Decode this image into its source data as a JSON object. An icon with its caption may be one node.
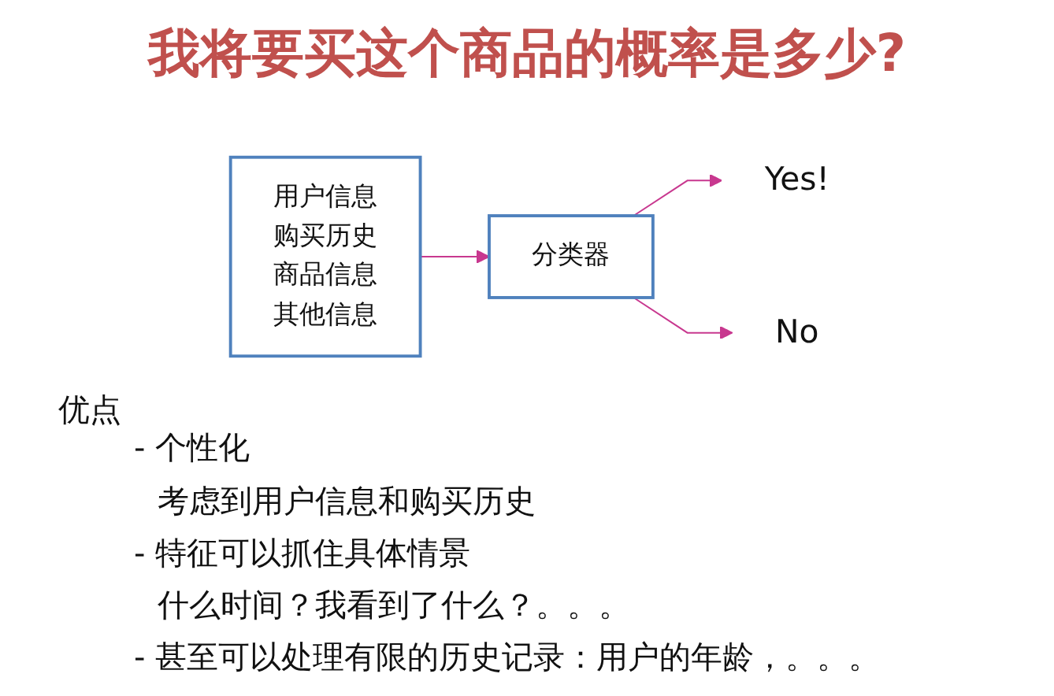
{
  "diagram": {
    "title": "我将要买这个商品的概率是多少?",
    "nodes": [
      {
        "text": [
          "用户信息",
          "购买历史",
          "商品信息",
          "其他信息"
        ]
      },
      {
        "text": [
          "分类器"
        ]
      },
      {
        "text": [
          "Yes!"
        ]
      },
      {
        "text": [
          "No"
        ]
      }
    ],
    "edges": [
      {
        "from": 0,
        "to": 1,
        "arrow": "to"
      },
      {
        "from": 1,
        "to": 2,
        "arrow": "to"
      },
      {
        "from": 1,
        "to": 3,
        "arrow": "to"
      }
    ],
    "labels": [
      "优点",
      "- 个性化",
      "考虑到用户信息和购买历史",
      "- 特征可以抓住具体情景",
      "什么时间？我看到了什么？。。。",
      "- 甚至可以处理有限的历史记录：用户的年龄，。。。"
    ]
  }
}
